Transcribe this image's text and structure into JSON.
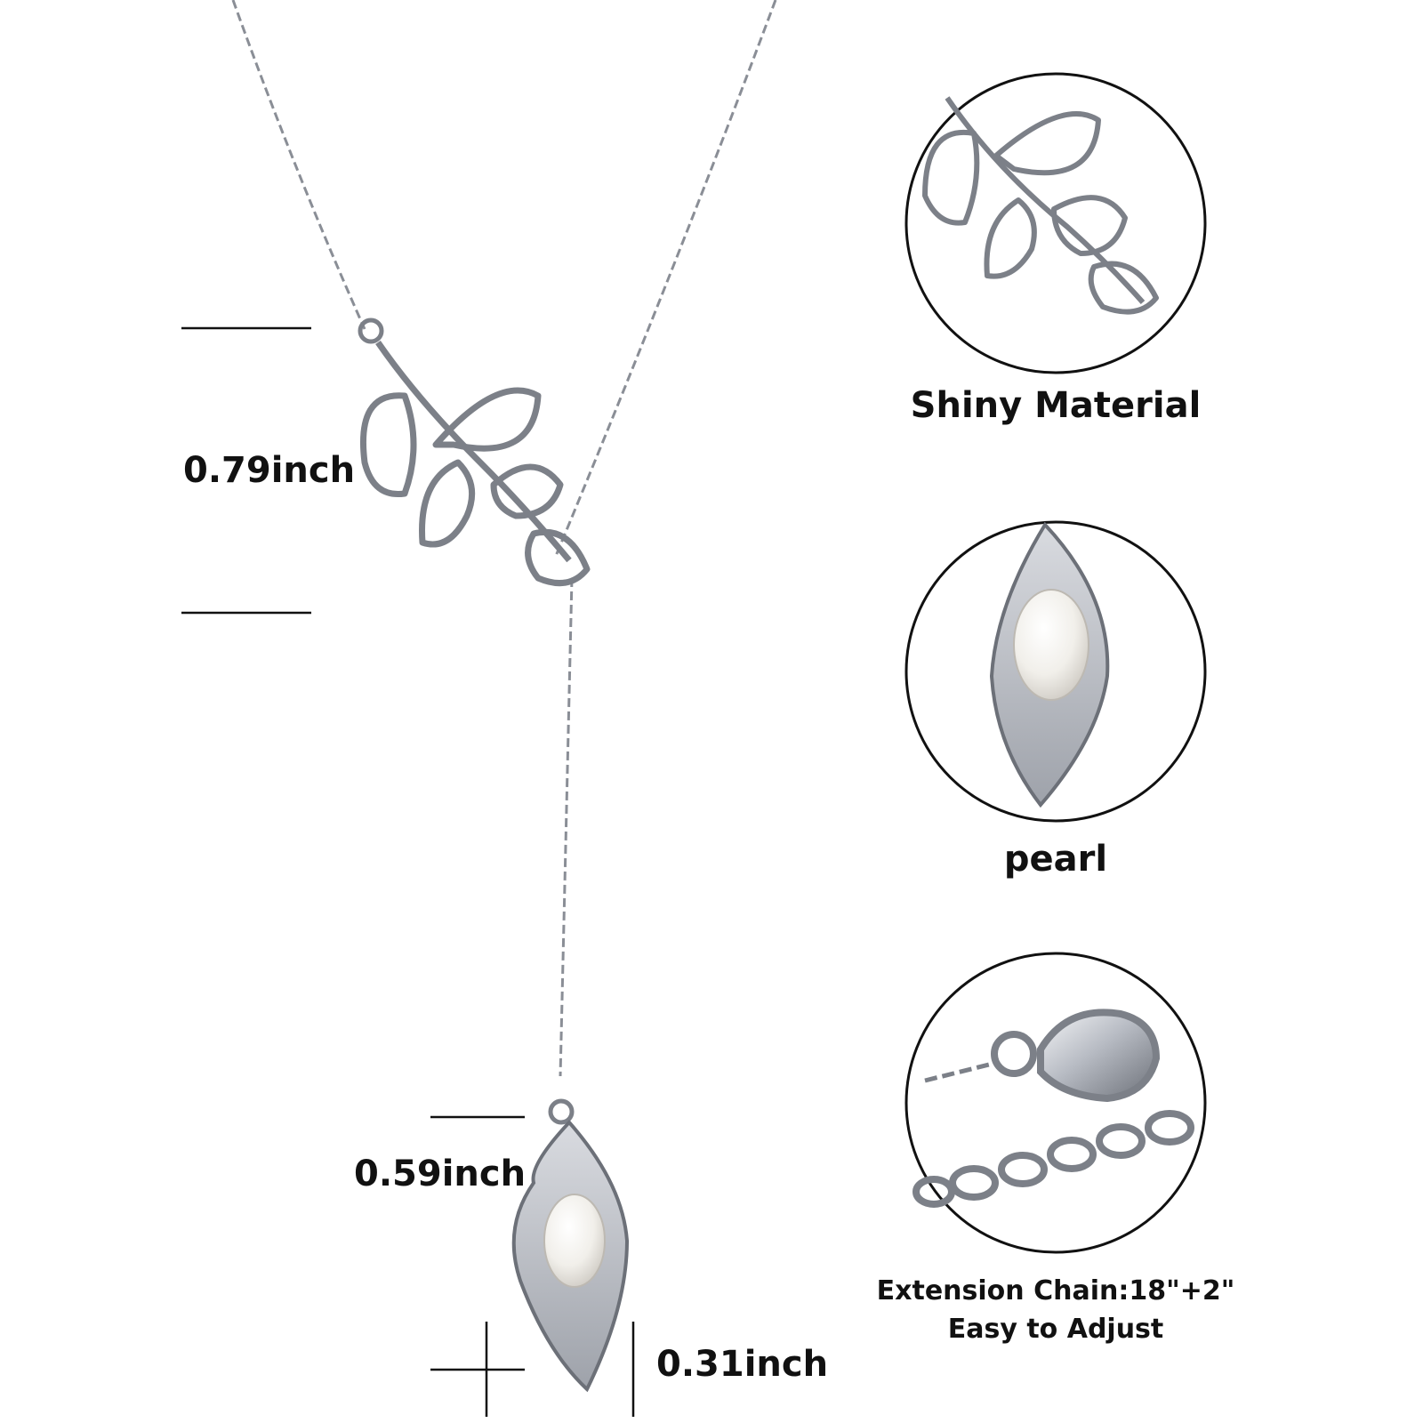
{
  "dimensions": {
    "leaf_height": "0.79inch",
    "drop_height": "0.59inch",
    "drop_width": "0.31inch"
  },
  "callouts": [
    {
      "label": "Shiny Material",
      "icon": "leaf-branch-closeup"
    },
    {
      "label": "pearl",
      "icon": "calla-lily-pearl-closeup"
    },
    {
      "label": "Extension Chain:18\"+2\"",
      "sublabel": "Easy to Adjust",
      "icon": "lobster-clasp-chain-closeup"
    }
  ],
  "colors": {
    "background": "#ffffff",
    "text": "#111111",
    "silver": "#b8bcc4",
    "silver_dark": "#6c7078",
    "pearl": "#f1efea"
  }
}
